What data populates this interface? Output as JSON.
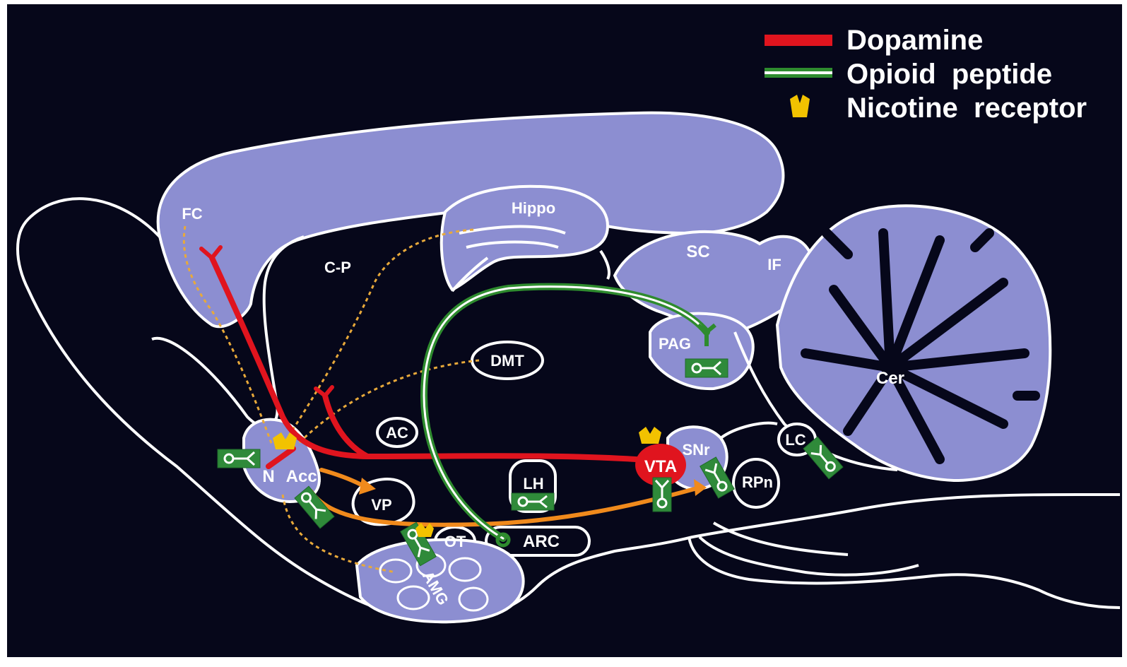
{
  "legend": {
    "dopamine": {
      "label": "Dopamine",
      "color": "#e0141e"
    },
    "opioid": {
      "label": "Opioid  peptide",
      "color": "#2e8b2e"
    },
    "nicotine": {
      "label": "Nicotine  receptor",
      "color": "#f2c200"
    }
  },
  "colors": {
    "background": "#06071a",
    "region_fill": "#8c8ed1",
    "outline": "#ffffff",
    "projection_orange": "#f08a1c",
    "dotted_path": "#e8a93a"
  },
  "regions": {
    "fc": "FC",
    "cp": "C-P",
    "hippo": "Hippo",
    "sc": "SC",
    "if": "IF",
    "pag": "PAG",
    "dmt": "DMT",
    "cer": "Cer",
    "ac": "AC",
    "nacc_n": "N",
    "nacc_acc": "Acc.",
    "vp": "VP",
    "lh": "LH",
    "vta": "VTA",
    "snr": "SNr",
    "lc": "LC",
    "rpn": "RPn",
    "ot": "OT",
    "arc": "ARC",
    "amg": "AMG"
  }
}
